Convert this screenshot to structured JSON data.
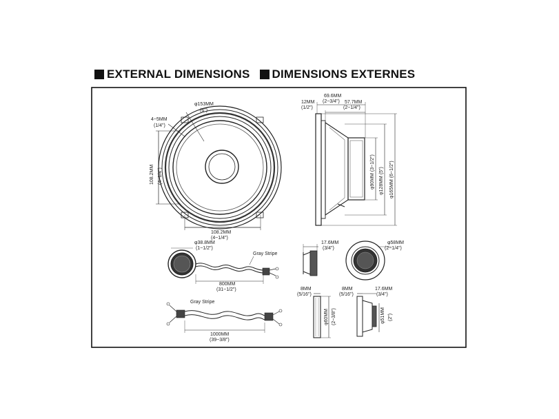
{
  "heading": {
    "en": "EXTERNAL DIMENSIONS",
    "fr": "DIMENSIONS EXTERNES"
  },
  "woofer_front": {
    "dia_mm": "φ153MM",
    "dia_in": "(6\")",
    "hole_mm": "4~5MM",
    "hole_in": "(1/4\")",
    "side_mm": "108.2MM",
    "side_in": "(4~1/4\")",
    "bottom_mm": "108.2MM",
    "bottom_in": "(4~1/4\")"
  },
  "woofer_side": {
    "depth_mm": "69.6MM",
    "depth_in": "(2~3/4\")",
    "flange_mm": "12MM",
    "flange_in": "(1/2\")",
    "mag_mm": "57.7MM",
    "mag_in": "(2~1/4\")",
    "d90": "φ90MM (3~1/2\")",
    "d128": "φ128MM (5\")",
    "d165": "φ165MM (6~1/2\")"
  },
  "tweeter": {
    "dia_mm": "φ38.8MM",
    "dia_in": "(1~1/2\")",
    "stripe": "Gray Stripe",
    "len_mm": "800MM",
    "len_in": "(31~1/2\")",
    "side_mm": "17.6MM",
    "side_in": "(3/4\")",
    "mount_mm": "φ58MM",
    "mount_in": "(2~1/4\")"
  },
  "crossover": {
    "stripe": "Gray Stripe",
    "len_mm": "1000MM",
    "len_in": "(39~3/8\")"
  },
  "ring": {
    "w_mm": "8MM",
    "w_in": "(5/16\")",
    "d_mm": "φ60MM",
    "d_in": "(2~3/8\")"
  },
  "flush": {
    "a_mm": "8MM",
    "a_in": "(5/16\")",
    "b_mm": "17.6MM",
    "b_in": "(3/4\")",
    "d_mm": "φ51MM",
    "d_in": "(2\")"
  }
}
